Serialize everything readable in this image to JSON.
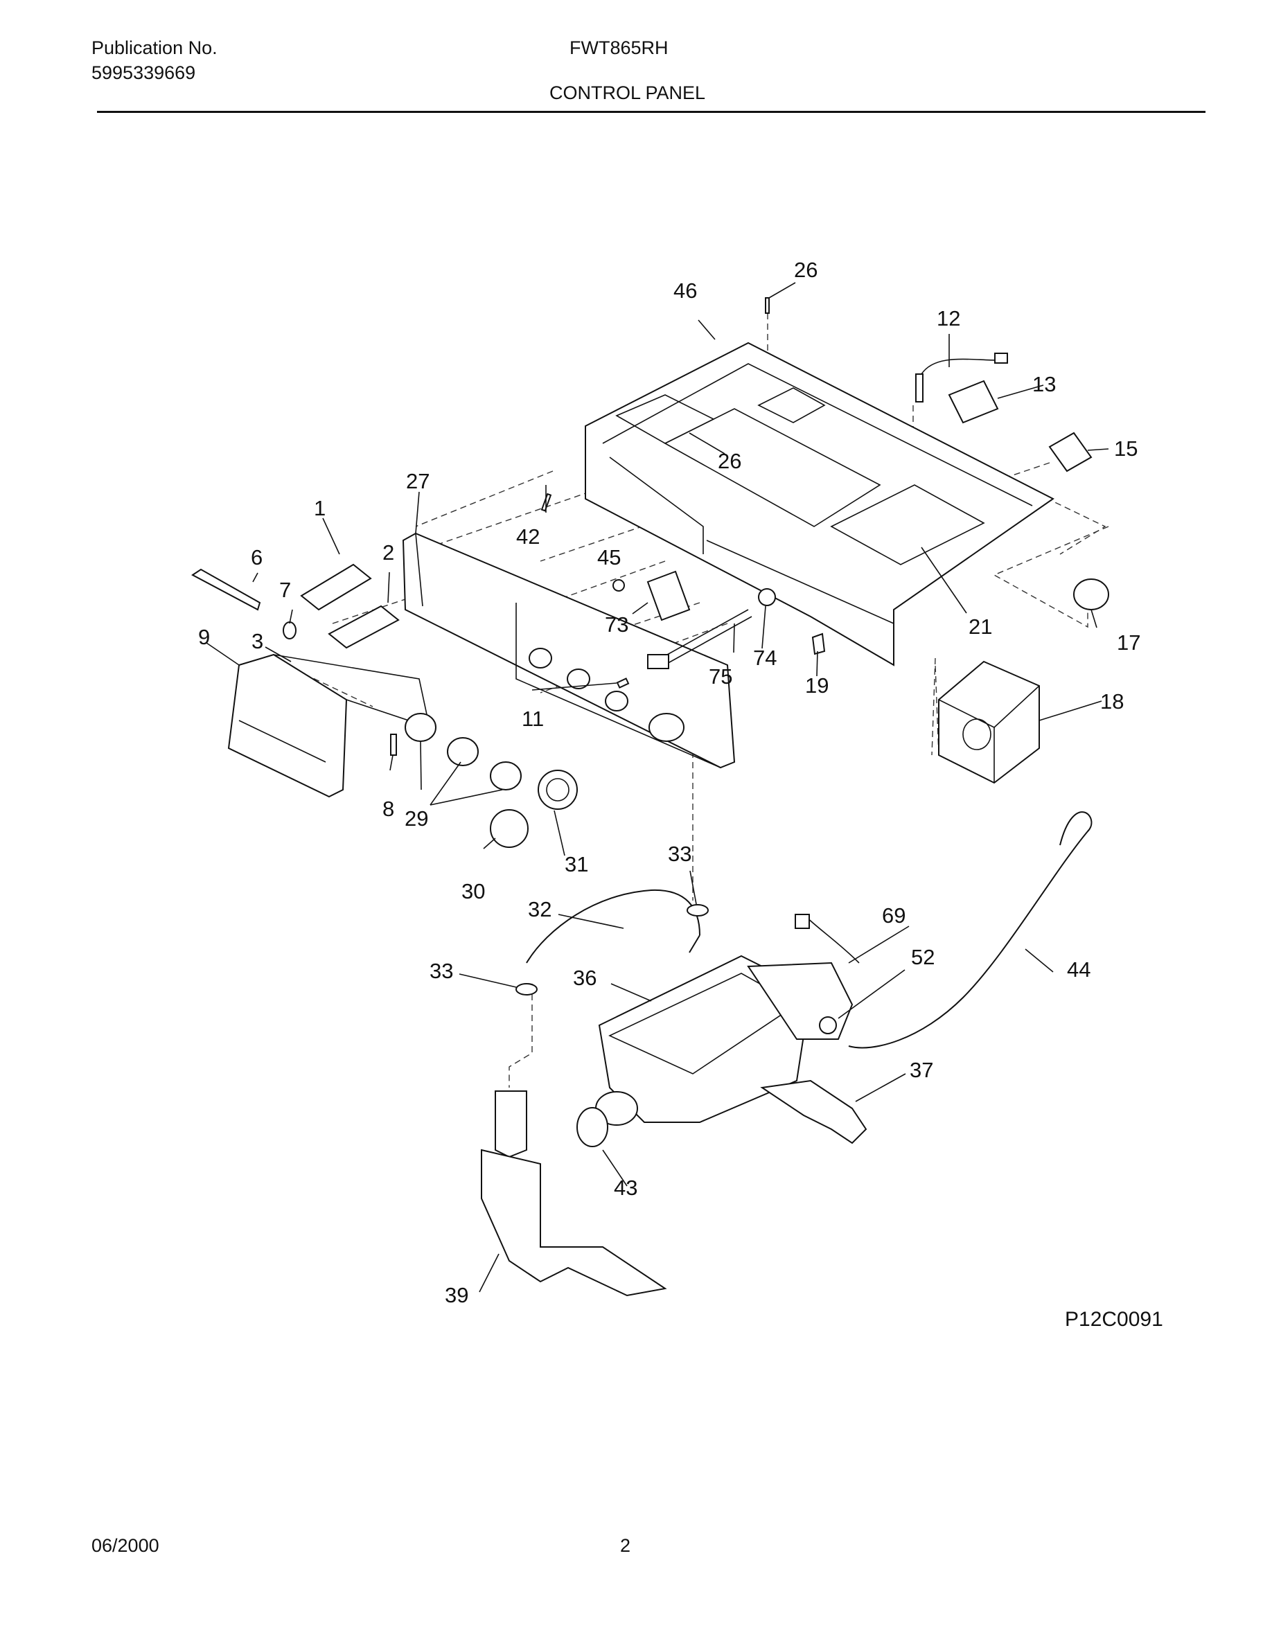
{
  "header": {
    "publication_label": "Publication No.",
    "publication_number": "5995339669",
    "model": "FWT865RH",
    "section_title": "CONTROL PANEL"
  },
  "diagram": {
    "figure_code": "P12C0091",
    "callouts": {
      "c1": "1",
      "c2": "2",
      "c3": "3",
      "c6": "6",
      "c7": "7",
      "c8": "8",
      "c9": "9",
      "c11": "11",
      "c12": "12",
      "c13": "13",
      "c15": "15",
      "c17": "17",
      "c18": "18",
      "c19": "19",
      "c21": "21",
      "c26a": "26",
      "c26b": "26",
      "c27": "27",
      "c29": "29",
      "c30": "30",
      "c31": "31",
      "c32": "32",
      "c33a": "33",
      "c33b": "33",
      "c36": "36",
      "c37": "37",
      "c39": "39",
      "c42": "42",
      "c43": "43",
      "c44": "44",
      "c45": "45",
      "c46": "46",
      "c52": "52",
      "c69": "69",
      "c73": "73",
      "c74": "74",
      "c75": "75"
    }
  },
  "footer": {
    "date": "06/2000",
    "page_number": "2"
  }
}
